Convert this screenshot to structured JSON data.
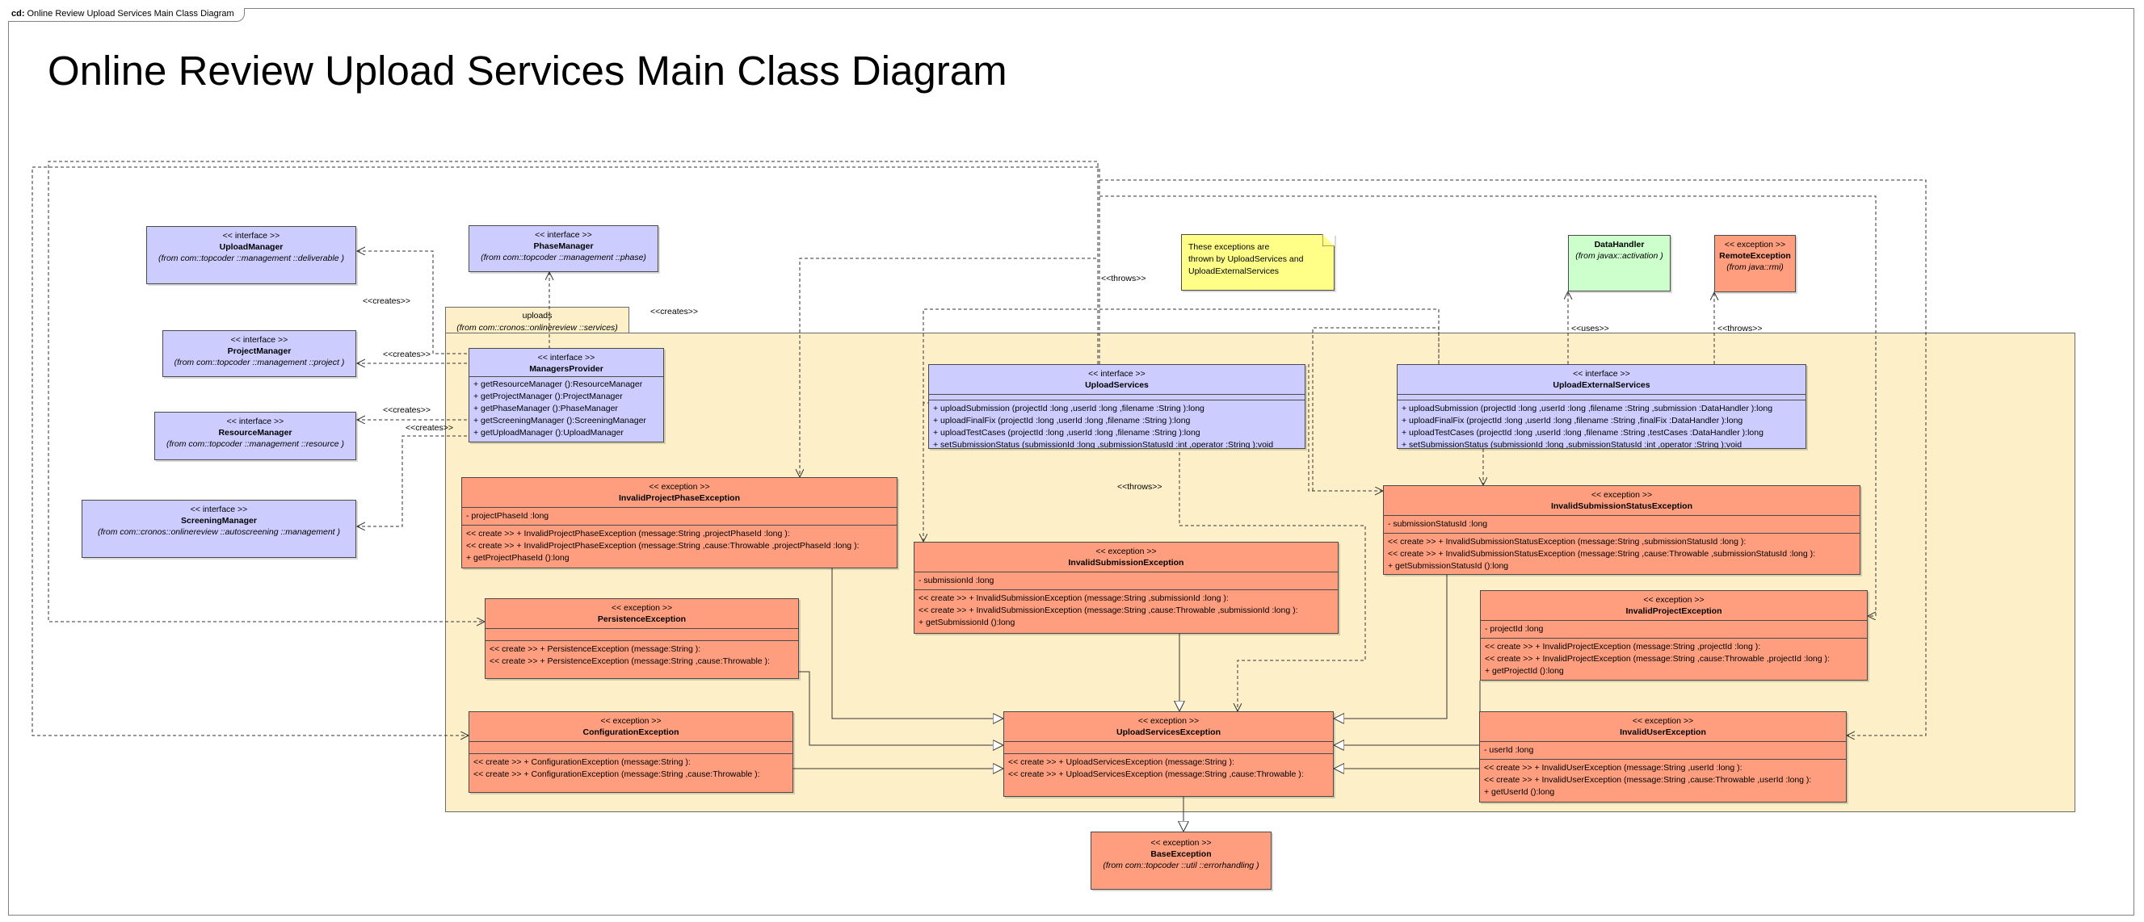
{
  "frame": {
    "prefix": "cd:",
    "name": "Online Review Upload Services Main Class Diagram"
  },
  "title": "Online Review Upload Services Main Class Diagram",
  "package": {
    "name": "uploads",
    "from": "(from com::cronos::onlinereview ::services)"
  },
  "note": {
    "lines": [
      "These exceptions are",
      "thrown by UploadServices and",
      "UploadExternalServices"
    ]
  },
  "labels": {
    "creates": "<<creates>>",
    "throws": "<<throws>>",
    "uses": "<<uses>>"
  },
  "stereo": {
    "interface": "<< interface >>",
    "exception": "<< exception >>"
  },
  "boxes": {
    "upload_manager": {
      "name": "UploadManager",
      "from": "(from com::topcoder ::management ::deliverable )"
    },
    "phase_manager": {
      "name": "PhaseManager",
      "from": "(from com::topcoder ::management ::phase)"
    },
    "project_manager": {
      "name": "ProjectManager",
      "from": "(from com::topcoder ::management ::project )"
    },
    "resource_manager": {
      "name": "ResourceManager",
      "from": "(from com::topcoder ::management ::resource )"
    },
    "screening_manager": {
      "name": "ScreeningManager",
      "from": "(from com::cronos::onlinereview ::autoscreening ::management )"
    },
    "managers_provider": {
      "name": "ManagersProvider",
      "ops": [
        "+ getResourceManager ():ResourceManager",
        "+ getProjectManager ():ProjectManager",
        "+ getPhaseManager ():PhaseManager",
        "+ getScreeningManager ():ScreeningManager",
        "+ getUploadManager ():UploadManager"
      ]
    },
    "data_handler": {
      "name": "DataHandler",
      "from": "(from javax::activation )"
    },
    "remote_exception": {
      "name": "RemoteException",
      "from": "(from java::rmi)"
    },
    "upload_services": {
      "name": "UploadServices",
      "ops": [
        "+ uploadSubmission (projectId :long ,userId :long ,filename :String ):long",
        "+ uploadFinalFix (projectId :long ,userId :long ,filename :String ):long",
        "+ uploadTestCases (projectId :long ,userId :long ,filename :String ):long",
        "+ setSubmissionStatus (submissionId :long ,submissionStatusId :int ,operator :String ):void"
      ]
    },
    "upload_external_services": {
      "name": "UploadExternalServices",
      "ops": [
        "+ uploadSubmission (projectId :long ,userId :long ,filename :String ,submission :DataHandler ):long",
        "+ uploadFinalFix (projectId :long ,userId :long ,filename :String ,finalFix :DataHandler ):long",
        "+ uploadTestCases (projectId :long ,userId :long ,filename :String ,testCases :DataHandler ):long",
        "+ setSubmissionStatus (submissionId :long ,submissionStatusId :int ,operator :String ):void"
      ]
    },
    "invalid_project_phase_exception": {
      "name": "InvalidProjectPhaseException",
      "attrs": [
        "- projectPhaseId :long"
      ],
      "ops": [
        "<< create >> + InvalidProjectPhaseException (message:String ,projectPhaseId :long ):",
        "<< create >> + InvalidProjectPhaseException (message:String ,cause:Throwable ,projectPhaseId :long ):",
        "+ getProjectPhaseId ():long"
      ]
    },
    "invalid_submission_exception": {
      "name": "InvalidSubmissionException",
      "attrs": [
        "- submissionId :long"
      ],
      "ops": [
        "<< create >> + InvalidSubmissionException (message:String ,submissionId :long ):",
        "<< create >> + InvalidSubmissionException (message:String ,cause:Throwable ,submissionId :long ):",
        "+ getSubmissionId ():long"
      ]
    },
    "invalid_submission_status_exception": {
      "name": "InvalidSubmissionStatusException",
      "attrs": [
        "- submissionStatusId :long"
      ],
      "ops": [
        "<< create >> + InvalidSubmissionStatusException (message:String ,submissionStatusId :long ):",
        "<< create >> + InvalidSubmissionStatusException (message:String ,cause:Throwable ,submissionStatusId :long ):",
        "+ getSubmissionStatusId ():long"
      ]
    },
    "persistence_exception": {
      "name": "PersistenceException",
      "ops": [
        "<< create >> + PersistenceException (message:String ):",
        "<< create >> + PersistenceException (message:String ,cause:Throwable ):"
      ]
    },
    "invalid_project_exception": {
      "name": "InvalidProjectException",
      "attrs": [
        "- projectId :long"
      ],
      "ops": [
        "<< create >> + InvalidProjectException (message:String ,projectId :long ):",
        "<< create >> + InvalidProjectException (message:String ,cause:Throwable ,projectId :long ):",
        "+ getProjectId ():long"
      ]
    },
    "configuration_exception": {
      "name": "ConfigurationException",
      "ops": [
        "<< create >> + ConfigurationException (message:String ):",
        "<< create >> + ConfigurationException (message:String ,cause:Throwable ):"
      ]
    },
    "upload_services_exception": {
      "name": "UploadServicesException",
      "ops": [
        "<< create >> + UploadServicesException (message:String ):",
        "<< create >> + UploadServicesException (message:String ,cause:Throwable ):"
      ]
    },
    "invalid_user_exception": {
      "name": "InvalidUserException",
      "attrs": [
        "- userId :long"
      ],
      "ops": [
        "<< create >> + InvalidUserException (message:String ,userId :long ):",
        "<< create >> + InvalidUserException (message:String ,cause:Throwable ,userId :long ):",
        "+ getUserId ():long"
      ]
    },
    "base_exception": {
      "name": "BaseException",
      "from": "(from com::topcoder ::util ::errorhandling )"
    }
  },
  "colors": {
    "interface": "#ccccff",
    "exception": "#ff9e7e",
    "external": "#ccffcc",
    "package": "#fdf0c8",
    "note": "#ffff88"
  }
}
